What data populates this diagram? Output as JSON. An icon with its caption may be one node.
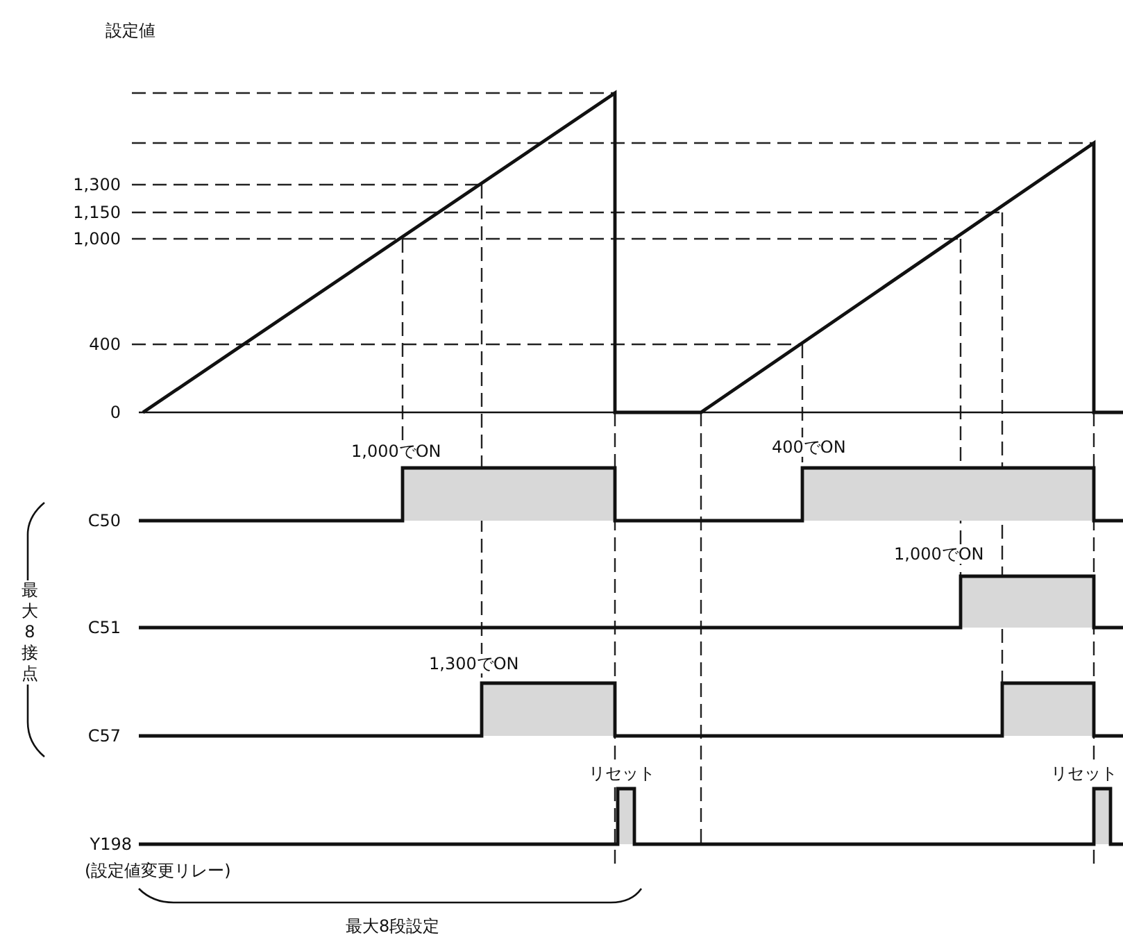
{
  "diagram": {
    "labels": [
      "設定値",
      "1,300",
      "1,150",
      "1,000",
      "0",
      "400",
      "1,000でON",
      "400でON",
      "C50",
      "最大8接点",
      "1,000でON",
      "C51",
      "1,300でON",
      "C57",
      "リセット",
      "リセット",
      "Y198",
      "(設定値変更リレー)",
      "最大8段設定"
    ]
  }
}
